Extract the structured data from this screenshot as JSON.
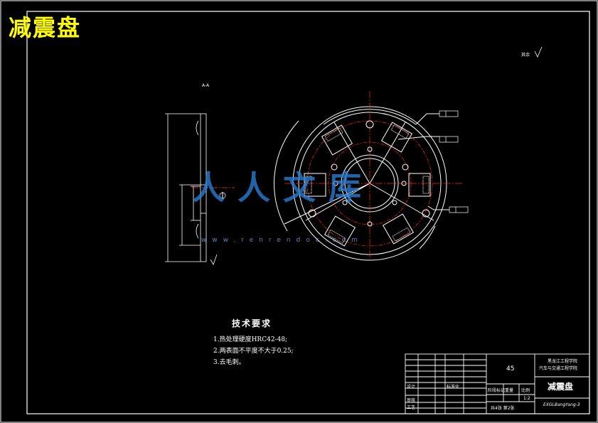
{
  "title": "减震盘",
  "section_label": "A-A",
  "roughness_note": "其余",
  "tech_requirements": {
    "heading": "技术要求",
    "items": [
      "1.热处理硬度HRC42-48;",
      "2.两表面不平度不大于0.25;",
      "3.去毛刺。"
    ]
  },
  "title_block": {
    "material": "45",
    "school": [
      "黑龙江工程学院",
      "汽车与交通工程学院"
    ],
    "part_name": "减震盘",
    "drawing_no": "EXGLBangYang-3",
    "scale": "1:2",
    "sheet": "共4张  第2张",
    "rows": {
      "designer": "设计",
      "review": "审核",
      "process": "工艺",
      "stage": "阶段标记",
      "weight": "重量",
      "ratio": "比例",
      "standard": "标准化"
    }
  },
  "watermark": {
    "text": "人人文库",
    "url": "www.renrendoc.com"
  },
  "colors": {
    "background": "#000000",
    "lines": "#ffffff",
    "center_lines": "#ff0000",
    "title": "#ffff00",
    "watermark": "#2c7fd8"
  }
}
